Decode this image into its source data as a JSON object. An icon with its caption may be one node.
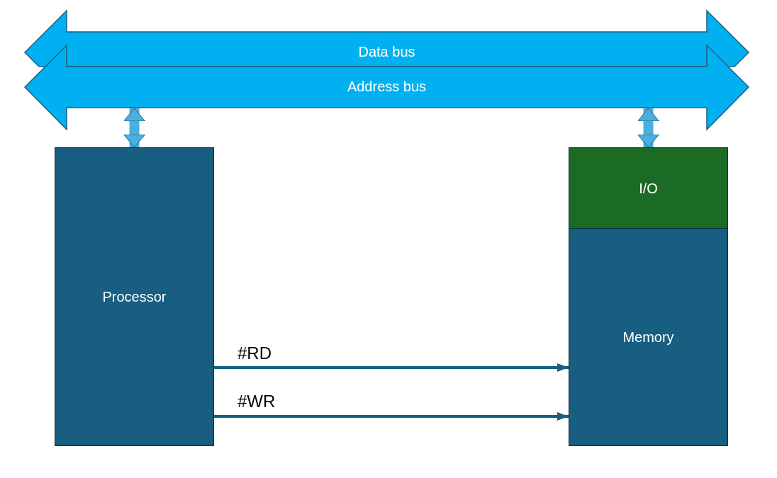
{
  "diagram": {
    "nodes": [
      {
        "text": [
          "Data bus"
        ]
      },
      {
        "text": [
          "Address bus"
        ]
      },
      {
        "text": [
          "Processor"
        ]
      },
      {
        "text": [
          "I/O"
        ]
      },
      {
        "text": [
          "Memory"
        ]
      }
    ],
    "edges": [
      {
        "from": 2,
        "to": 1,
        "arrow": "both",
        "style": "thick"
      },
      {
        "from": 3,
        "to": 1,
        "arrow": "both",
        "style": "thick"
      },
      {
        "from": 2,
        "to": 4,
        "arrow": "to",
        "label": "#RD",
        "color": "#175e80"
      },
      {
        "from": 2,
        "to": 4,
        "arrow": "to",
        "label": "#WR",
        "color": "#175e80"
      }
    ]
  }
}
